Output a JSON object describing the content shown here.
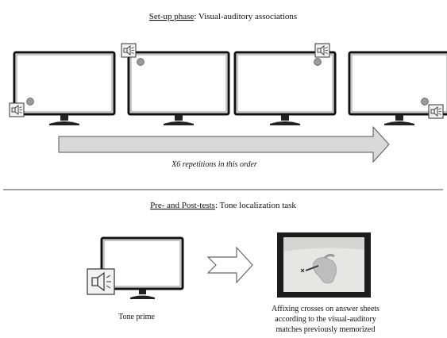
{
  "setup": {
    "title_underlined": "Set-up phase",
    "title_rest": ":  Visual-auditory  associations",
    "caption": "X6 repetitions in this order",
    "monitors": [
      {
        "name": "monitor-1",
        "speaker_corner": "bottom-left",
        "dot_corner": "bottom-left"
      },
      {
        "name": "monitor-2",
        "speaker_corner": "top-left",
        "dot_corner": "top-left"
      },
      {
        "name": "monitor-3",
        "speaker_corner": "top-right",
        "dot_corner": "top-right"
      },
      {
        "name": "monitor-4",
        "speaker_corner": "bottom-right",
        "dot_corner": "bottom-right"
      }
    ]
  },
  "tests": {
    "title_underlined": "Pre- and Post-tests",
    "title_rest": ":  Tone  localization  task",
    "tone_prime_label": "Tone prime",
    "photo_caption_lines": [
      "Affixing crosses on answer sheets",
      "according to the visual-auditory",
      "matches previously memorized"
    ]
  },
  "colors": {
    "arrow_fill": "#d9d9d9",
    "arrow_stroke": "#555555",
    "dot_fill": "#9a9a9a",
    "divider": "#444444",
    "photo_bg": "#1c1c1c",
    "paper": "#e6e6e4"
  }
}
